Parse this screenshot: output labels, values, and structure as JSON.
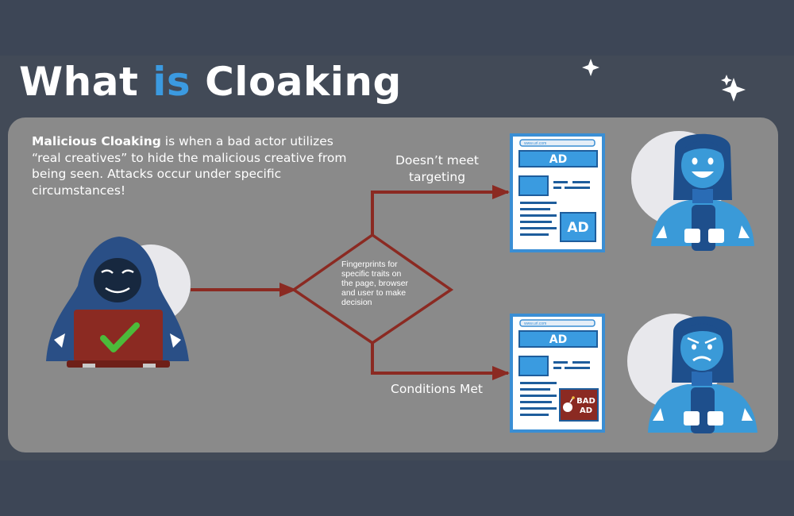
{
  "title": {
    "part1": "What ",
    "highlight": "is",
    "part2": " Cloaking"
  },
  "description": {
    "bold": "Malicious Cloaking",
    "rest": " is when a bad actor utilizes “real creatives” to hide the malicious creative from being seen. Attacks occur under specific circumstances!"
  },
  "decision": {
    "text": "Fingerprints for specific traits on the page, browser and user to make decision"
  },
  "branches": {
    "top": {
      "label": "Doesn’t meet targeting"
    },
    "bottom": {
      "label": "Conditions Met"
    }
  },
  "pages": {
    "top": {
      "url": "www.url.com",
      "banner_ad": "AD",
      "box_ad": "AD"
    },
    "bottom": {
      "url": "www.url.com",
      "banner_ad": "AD",
      "bad_ad_line1": "BAD",
      "bad_ad_line2": "AD"
    }
  },
  "colors": {
    "accent_blue": "#3b9ae0",
    "arrow_red": "#8b2a22",
    "hacker_navy": "#2a4f86",
    "laptop_red": "#8b2a22",
    "check_green": "#4cbb3a",
    "user_blue": "#3a9ad8",
    "user_hair": "#1e4f8c"
  },
  "icons": [
    "sparkle-icon",
    "hacker-icon",
    "laptop-icon",
    "check-icon",
    "happy-user-icon",
    "angry-user-icon",
    "bomb-icon",
    "arrow-icon"
  ]
}
